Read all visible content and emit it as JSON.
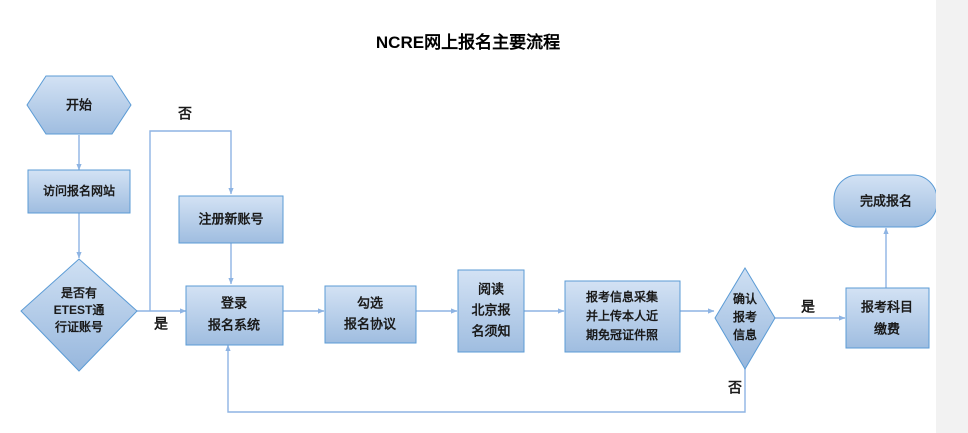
{
  "page": {
    "title": "NCRE网上报名主要流程",
    "background": "#f2f2f2",
    "sheet_background": "#ffffff"
  },
  "colors": {
    "shape_fill_light": "#c6d9f0",
    "shape_fill_dark": "#9ab9dd",
    "shape_stroke": "#5b9bd5",
    "connector": "#8eb4e3",
    "text": "#1a1a1a"
  },
  "diagram": {
    "type": "flowchart",
    "nodes": [
      {
        "id": "start",
        "shape": "hexagon",
        "lines": [
          "开始"
        ]
      },
      {
        "id": "visit",
        "shape": "rectangle",
        "lines": [
          "访问报名网站"
        ]
      },
      {
        "id": "hasacct",
        "shape": "diamond",
        "lines": [
          "是否有",
          "ETEST通",
          "行证账号"
        ]
      },
      {
        "id": "register",
        "shape": "rectangle",
        "lines": [
          "注册新账号"
        ]
      },
      {
        "id": "login",
        "shape": "rectangle",
        "lines": [
          "登录",
          "报名系统"
        ]
      },
      {
        "id": "agree",
        "shape": "rectangle",
        "lines": [
          "勾选",
          "报名协议"
        ]
      },
      {
        "id": "notice",
        "shape": "rectangle",
        "lines": [
          "阅读",
          "北京报",
          "名须知"
        ]
      },
      {
        "id": "collect",
        "shape": "rectangle",
        "lines": [
          "报考信息采集",
          "并上传本人近",
          "期免冠证件照"
        ]
      },
      {
        "id": "confirm",
        "shape": "diamond",
        "lines": [
          "确认",
          "报考",
          "信息"
        ]
      },
      {
        "id": "pay",
        "shape": "rectangle",
        "lines": [
          "报考科目",
          "缴费"
        ]
      },
      {
        "id": "finish",
        "shape": "stadium",
        "lines": [
          "完成报名"
        ]
      }
    ],
    "edges": [
      {
        "from": "start",
        "to": "visit",
        "label": ""
      },
      {
        "from": "visit",
        "to": "hasacct",
        "label": ""
      },
      {
        "from": "hasacct",
        "to": "register",
        "label": "否"
      },
      {
        "from": "hasacct",
        "to": "login",
        "label": "是"
      },
      {
        "from": "register",
        "to": "login",
        "label": ""
      },
      {
        "from": "login",
        "to": "agree",
        "label": ""
      },
      {
        "from": "agree",
        "to": "notice",
        "label": ""
      },
      {
        "from": "notice",
        "to": "collect",
        "label": ""
      },
      {
        "from": "collect",
        "to": "confirm",
        "label": ""
      },
      {
        "from": "confirm",
        "to": "pay",
        "label": "是"
      },
      {
        "from": "confirm",
        "to": "login",
        "label": "否"
      },
      {
        "from": "pay",
        "to": "finish",
        "label": ""
      }
    ],
    "branch_labels": {
      "no_top": "否",
      "yes_left": "是",
      "yes_right": "是",
      "no_bottom": "否"
    }
  }
}
